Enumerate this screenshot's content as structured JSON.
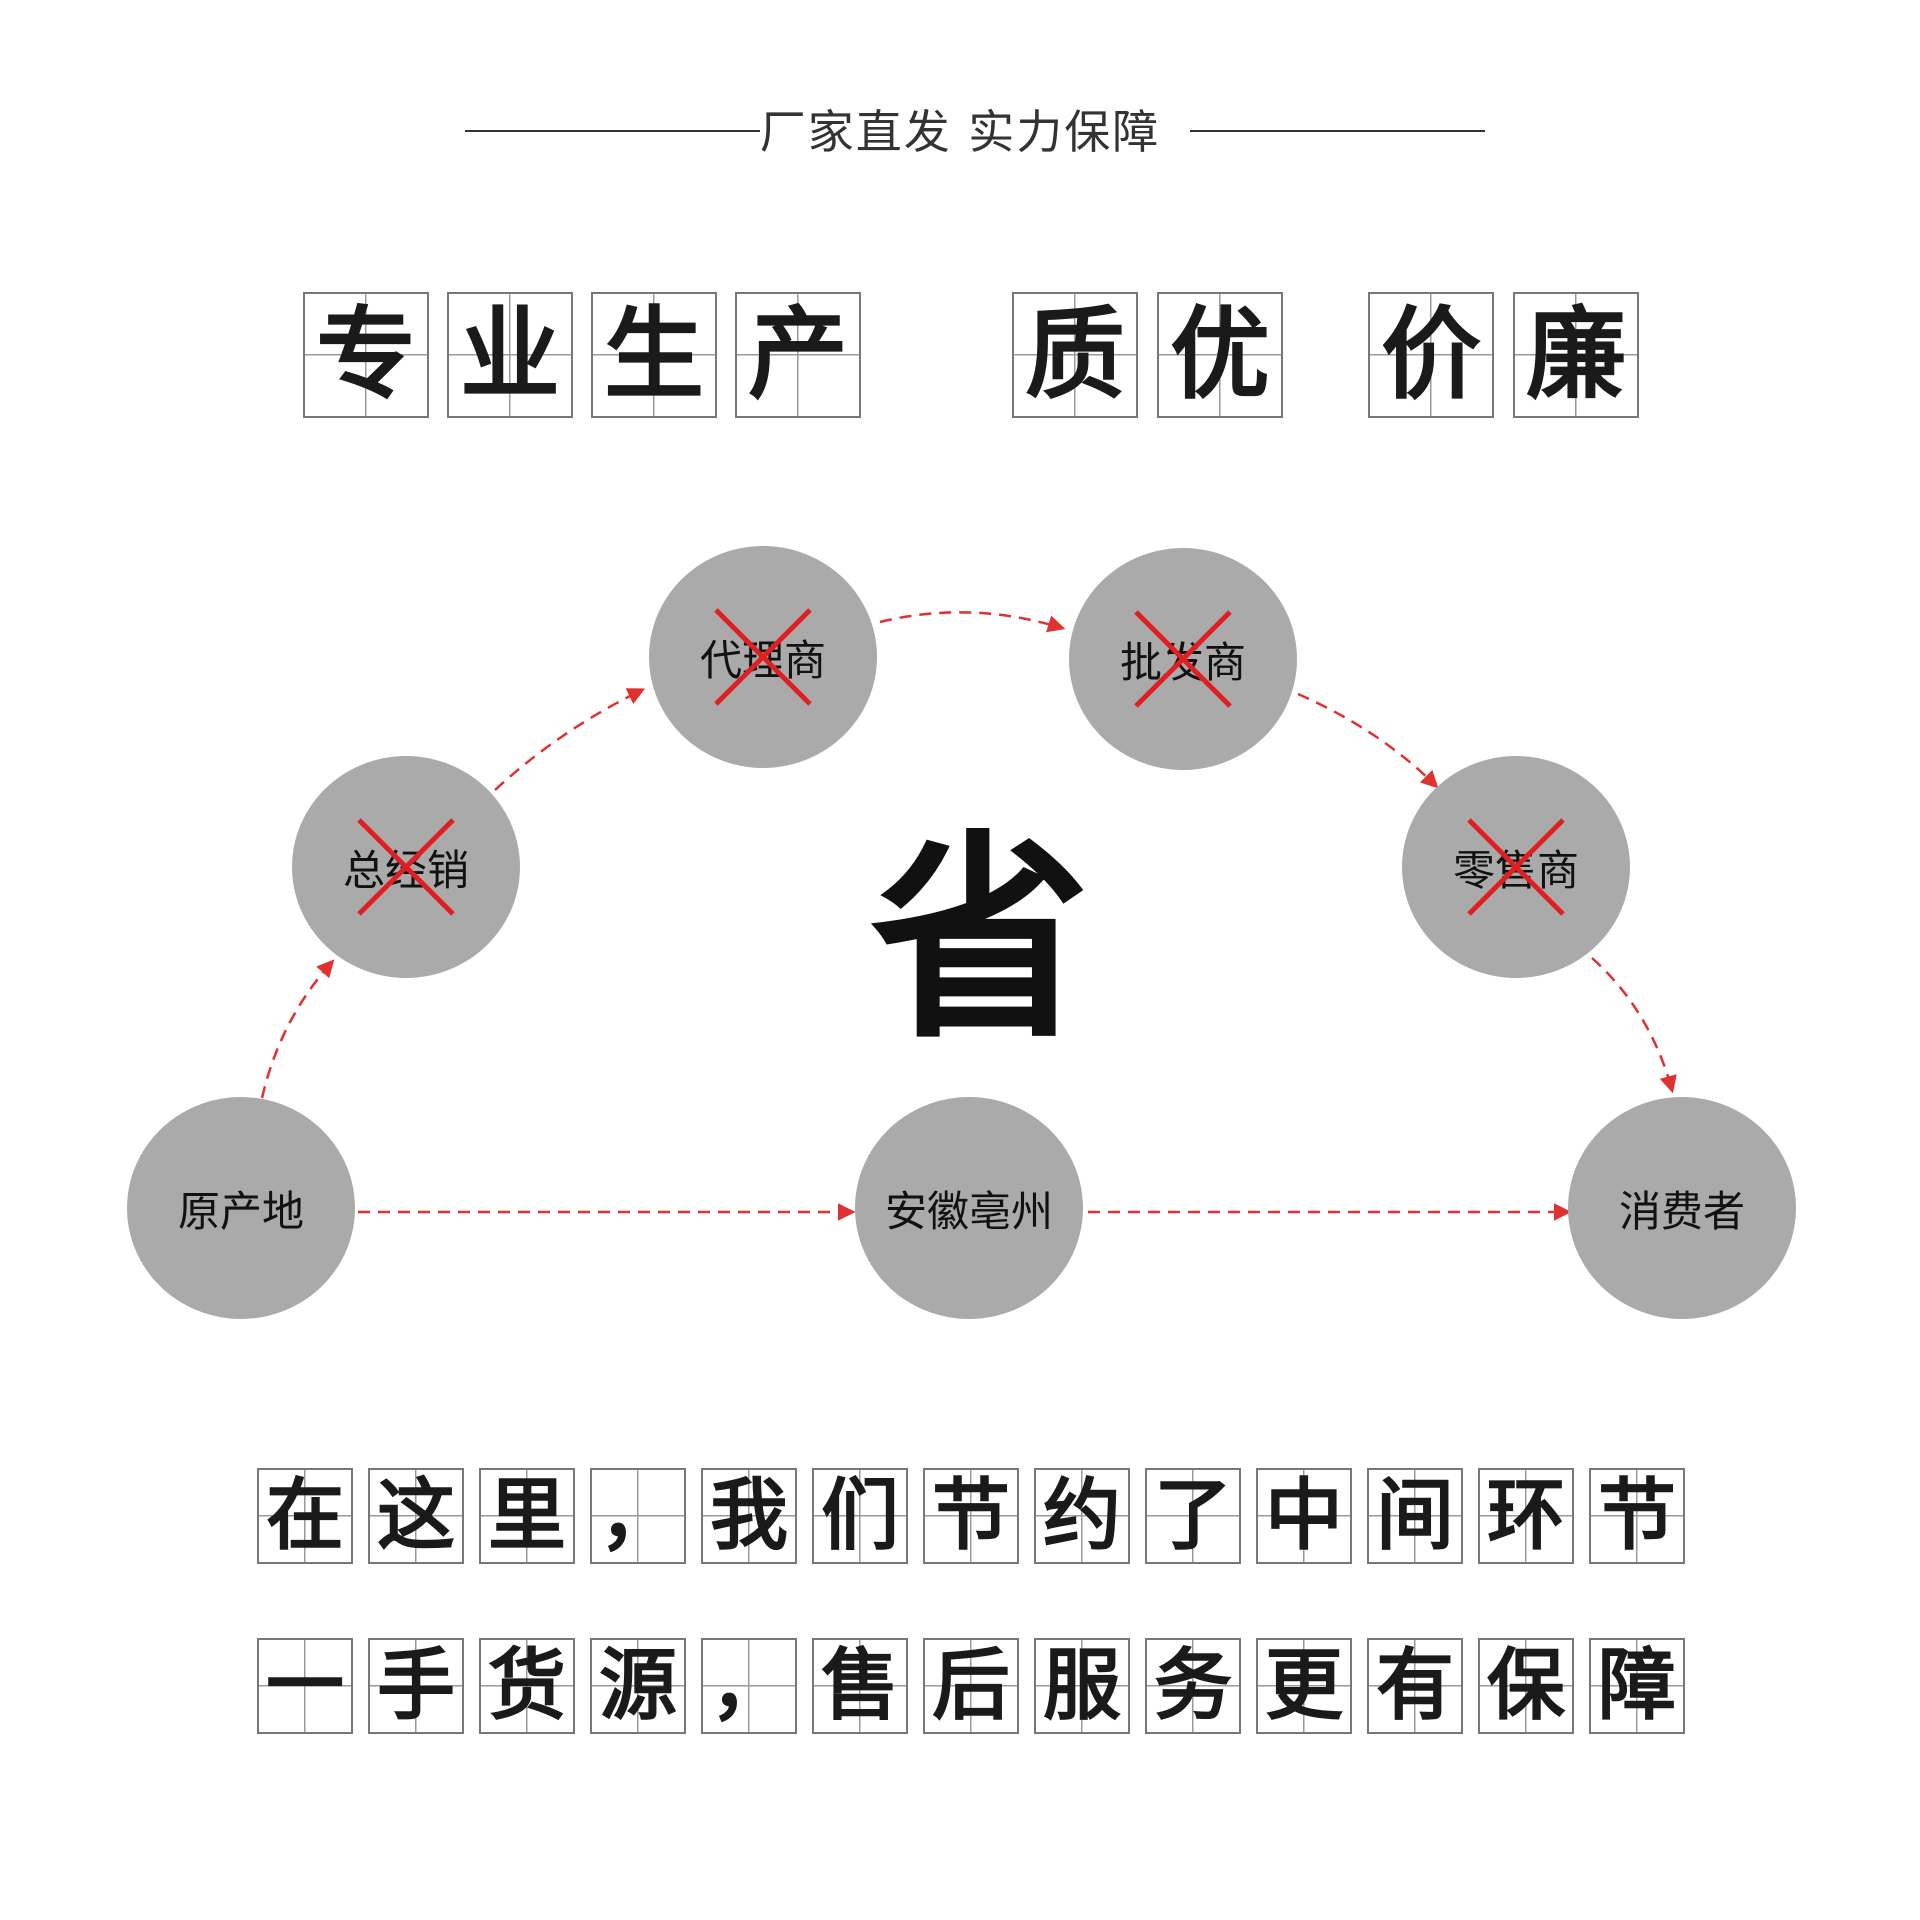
{
  "header": {
    "title": "厂家直发  实力保障"
  },
  "slogan_top": {
    "chars": [
      "专",
      "业",
      "生",
      "产",
      "质",
      "优",
      "价",
      "廉"
    ]
  },
  "diagram": {
    "center_char": "省",
    "arrow_color": "#e03030",
    "circle_color": "#aaaaaa",
    "nodes": {
      "origin": "原产地",
      "general": "总经销",
      "agent": "代理商",
      "wholesale": "批发商",
      "retail": "零售商",
      "bozhou": "安徽亳州",
      "consumer": "消费者"
    },
    "crossed_out": [
      "总经销",
      "代理商",
      "批发商",
      "零售商"
    ]
  },
  "slogan_bottom": {
    "line1": [
      "在",
      "这",
      "里",
      "，",
      "我",
      "们",
      "节",
      "约",
      "了",
      "中",
      "间",
      "环",
      "节"
    ],
    "line2": [
      "一",
      "手",
      "货",
      "源",
      "，",
      "售",
      "后",
      "服",
      "务",
      "更",
      "有",
      "保",
      "障"
    ]
  }
}
